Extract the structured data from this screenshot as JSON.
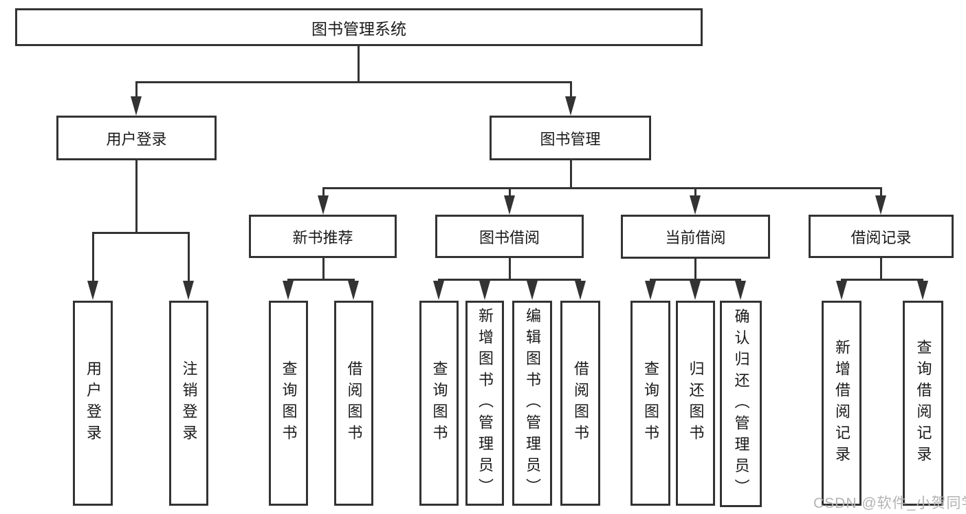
{
  "diagram": {
    "title": "图书管理系统",
    "watermark": "CSDN @软件_小贺同学",
    "colors": {
      "line": "#333333",
      "text": "#1a1a1a",
      "watermark": "#b3b3b3",
      "background": "#ffffff"
    }
  },
  "nodes": {
    "root": {
      "label": "图书管理系统"
    },
    "login": {
      "label": "用户登录"
    },
    "mgmt": {
      "label": "图书管理"
    },
    "recommend": {
      "label": "新书推荐"
    },
    "borrow": {
      "label": "图书借阅"
    },
    "current": {
      "label": "当前借阅"
    },
    "records": {
      "label": "借阅记录"
    },
    "login_user": {
      "label": "用户登录"
    },
    "login_out": {
      "label": "注销登录"
    },
    "rec_query": {
      "label": "查询图书"
    },
    "rec_borrow": {
      "label": "借阅图书"
    },
    "bor_query": {
      "label": "查询图书"
    },
    "bor_add": {
      "label": "新增图书（管理员）"
    },
    "bor_edit": {
      "label": "编辑图书（管理员）"
    },
    "bor_borrow": {
      "label": "借阅图书"
    },
    "cur_query": {
      "label": "查询图书"
    },
    "cur_return": {
      "label": "归还图书"
    },
    "cur_confirm": {
      "label": "确认归还（管理员）"
    },
    "recs_add": {
      "label": "新增借阅记录"
    },
    "recs_query": {
      "label": "查询借阅记录"
    }
  }
}
